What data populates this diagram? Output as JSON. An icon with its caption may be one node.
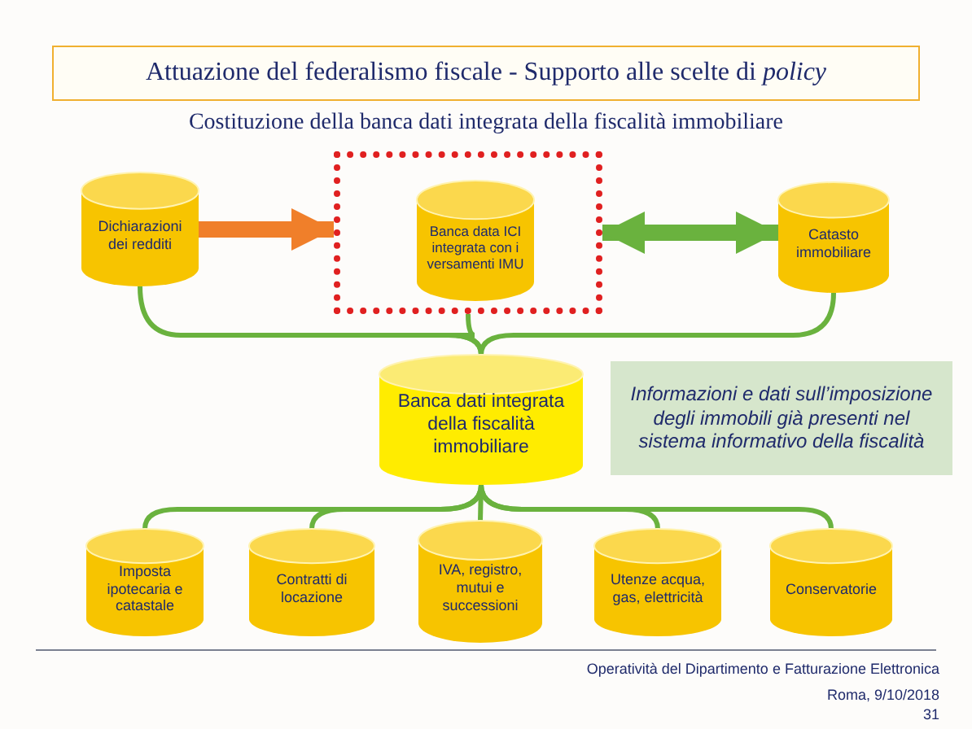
{
  "diagram": {
    "title": "Attuazione del federalismo fiscale - Supporto alle scelte di *policy*",
    "nodes": [
      {
        "text": [
          "Dichiarazioni dei redditi"
        ]
      },
      {
        "text": [],
        "shape": "box"
      },
      {
        "text": [
          "Banca data ICI integrata con i versamenti IMU"
        ],
        "in": 1
      },
      {
        "text": [
          "Catasto immobiliare"
        ]
      },
      {
        "text": [
          "Banca dati integrata della fiscalità immobiliare"
        ]
      },
      {
        "text": [
          "Informazioni e dati sull’imposizione degli immobili già presenti nel sistema informativo della fiscalità"
        ]
      },
      {
        "text": [
          "Imposta ipotecaria e catastale"
        ]
      },
      {
        "text": [
          "Contratti di locazione"
        ]
      },
      {
        "text": [
          "IVA, registro, mutui e successioni"
        ]
      },
      {
        "text": [
          "Utenze acqua, gas, elettricità"
        ]
      },
      {
        "text": [
          "Conservatorie"
        ]
      }
    ],
    "edges": [
      {
        "from": 0,
        "to": 1,
        "arrow": "to",
        "style": "thick",
        "color": "#f07f2a"
      },
      {
        "from": 1,
        "to": 3,
        "arrow": "both",
        "style": "thick"
      },
      {
        "from": 0,
        "to": 4,
        "arrow": "none"
      },
      {
        "from": 1,
        "to": 4,
        "arrow": "none"
      },
      {
        "from": 3,
        "to": 4,
        "arrow": "none"
      },
      {
        "from": 4,
        "to": 6,
        "arrow": "none"
      },
      {
        "from": 4,
        "to": 7,
        "arrow": "none"
      },
      {
        "from": 4,
        "to": 8,
        "arrow": "none"
      },
      {
        "from": 4,
        "to": 9,
        "arrow": "none"
      },
      {
        "from": 4,
        "to": 10,
        "arrow": "none"
      }
    ],
    "labels": [
      "Costituzione della banca dati integrata della fiscalità immobiliare",
      "Operatività del Dipartimento e Fatturazione Elettronica",
      "Roma, 9/10/2018",
      "31"
    ]
  }
}
